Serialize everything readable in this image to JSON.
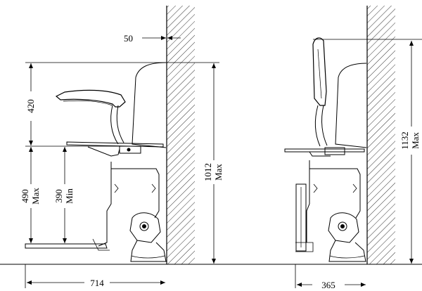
{
  "dimensions": {
    "wall_gap": "50",
    "armrest_height": "420",
    "seat_height_max_value": "490",
    "seat_height_max_label": "Max",
    "seat_height_min_value": "390",
    "seat_height_min_label": "Min",
    "overall_height_value": "1012",
    "overall_height_label": "Max",
    "depth_open": "714",
    "depth_folded": "365",
    "folded_height_value": "1132",
    "folded_height_label": "Max"
  }
}
